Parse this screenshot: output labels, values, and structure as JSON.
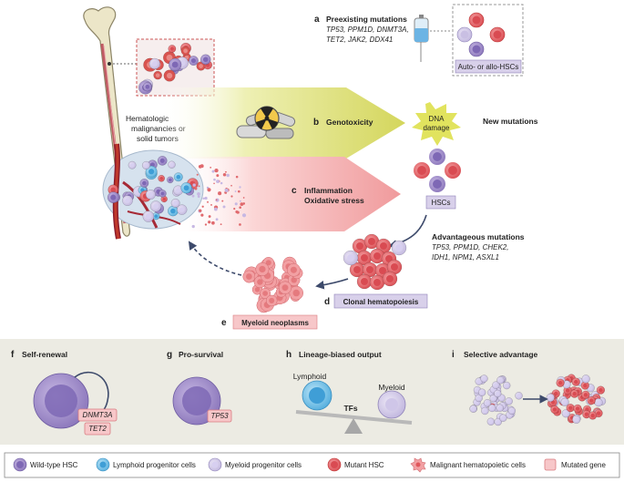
{
  "panels": {
    "a": {
      "letter": "a",
      "title": "Preexisting mutations",
      "genes_line1": "TP53, PPM1D, DNMT3A,",
      "genes_line2": "TET2, JAK2, DDX41",
      "box_label": "Auto- or allo-HSCs"
    },
    "tumor_label_line1": "Hematologic",
    "tumor_label_line2": "malignancies or",
    "tumor_label_line3": "solid tumors",
    "b": {
      "letter": "b",
      "title": "Genotoxicity"
    },
    "dna_damage_line1": "DNA",
    "dna_damage_line2": "damage",
    "new_mutations": "New mutations",
    "c": {
      "letter": "c",
      "title_line1": "Inflammation",
      "title_line2": "Oxidative stress"
    },
    "hscs_label": "HSCs",
    "advantageous": {
      "title": "Advantageous mutations",
      "genes_line1": "TP53, PPM1D, CHEK2,",
      "genes_line2": "IDH1, NPM1, ASXL1"
    },
    "d": {
      "letter": "d",
      "label": "Clonal hematopoiesis"
    },
    "e": {
      "letter": "e",
      "label": "Myeloid neoplasms"
    }
  },
  "mechanisms": {
    "f": {
      "letter": "f",
      "title": "Self-renewal",
      "gene1": "DNMT3A",
      "gene2": "TET2"
    },
    "g": {
      "letter": "g",
      "title": "Pro-survival",
      "gene1": "TP53"
    },
    "h": {
      "letter": "h",
      "title": "Lineage-biased output",
      "left": "Lymphoid",
      "right": "Myeloid",
      "center": "TFs"
    },
    "i": {
      "letter": "i",
      "title": "Selective advantage"
    }
  },
  "legend": {
    "items": [
      {
        "label": "Wild-type HSC"
      },
      {
        "label": "Lymphoid progenitor cells"
      },
      {
        "label": "Myeloid progenitor cells"
      },
      {
        "label": "Mutant HSC"
      },
      {
        "label": "Malignant hematopoietic cells"
      },
      {
        "label": "Mutated gene"
      }
    ]
  },
  "colors": {
    "wildtype_hsc": "#9b86c4",
    "lymphoid": "#5ab4e0",
    "myeloid": "#c9bfe3",
    "mutant_hsc": "#e0575c",
    "malignant": "#f2a0a3",
    "gene_box": "#f7c7c9",
    "bottom_panel": "#ecebe3",
    "genotox_arrow": "#d9dc6a",
    "inflam_arrow": "#f2a4a6"
  }
}
